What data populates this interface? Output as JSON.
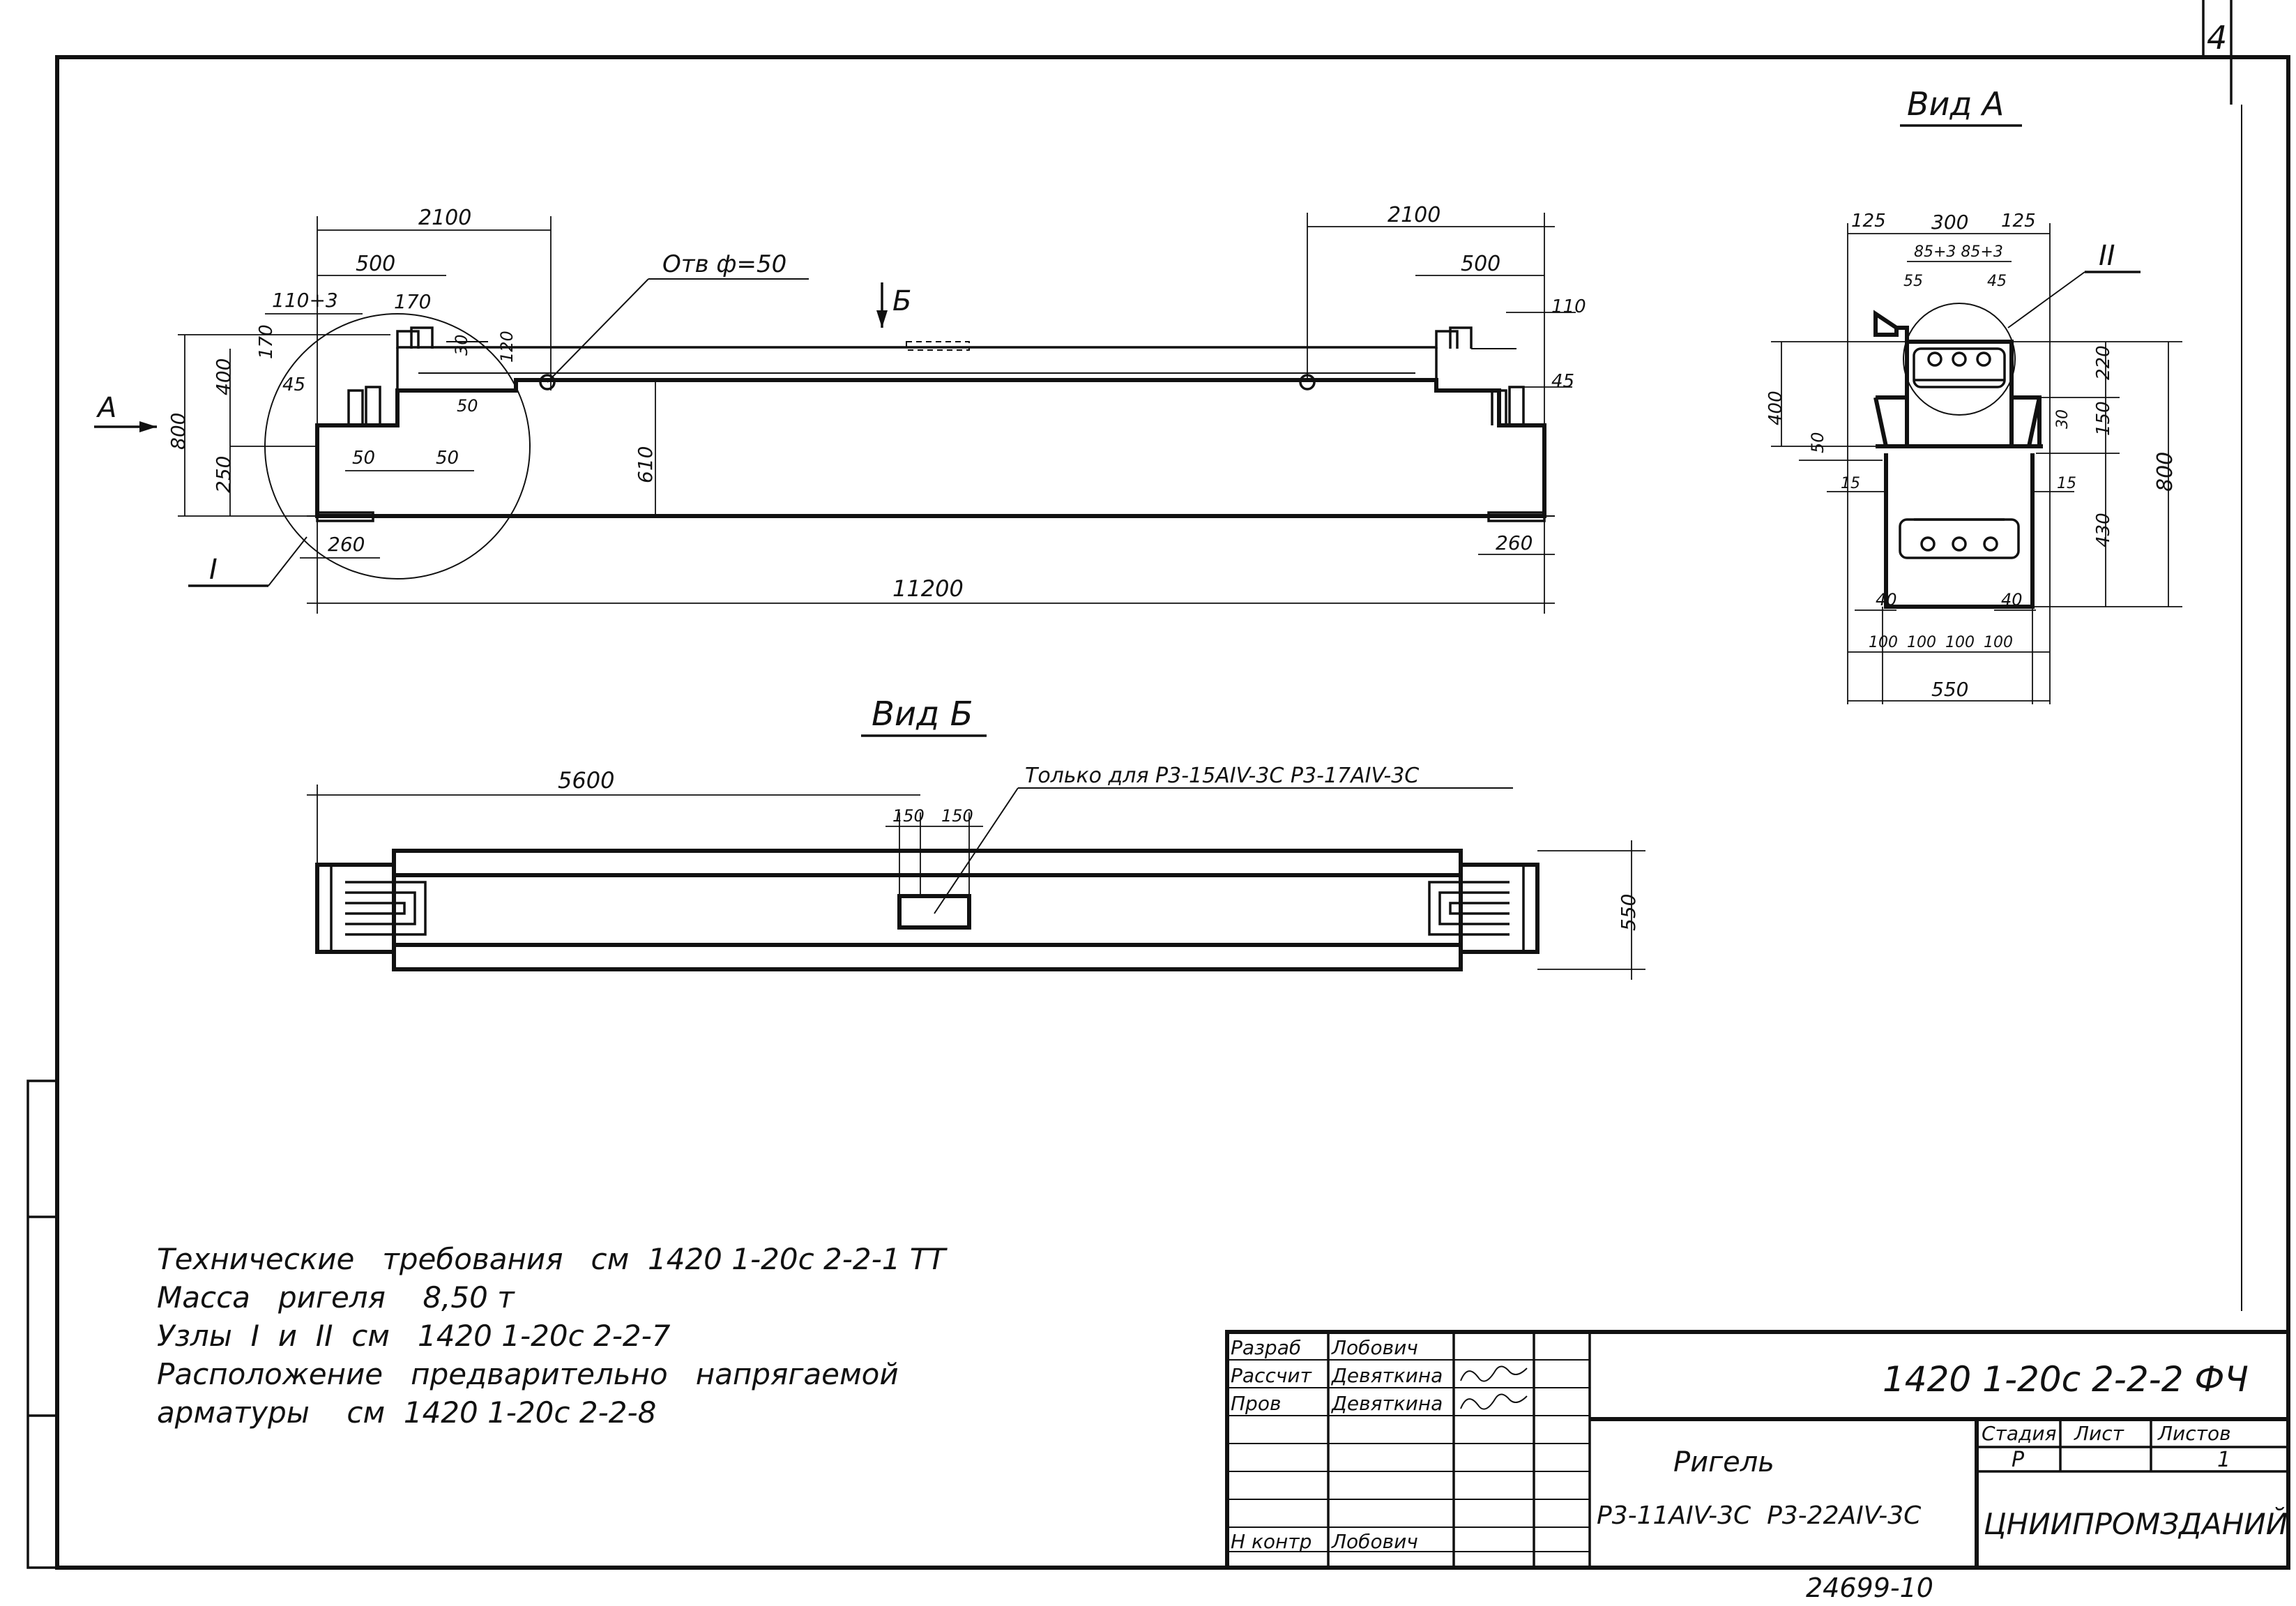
{
  "sheet": {
    "page_number": "4",
    "bottom_number": "24699-10"
  },
  "view_a": {
    "title": "Вид А",
    "node_label": "II",
    "dims": {
      "top_left": "125",
      "top_mid": "300",
      "top_right": "125",
      "holes": "85+3 85+3",
      "d55": "55",
      "d45": "45",
      "h400": "400",
      "h50": "50",
      "h15a": "15",
      "h15b": "15",
      "h220": "220",
      "h150": "150",
      "h30": "30",
      "h430": "430",
      "h800": "800",
      "b40a": "40",
      "b40b": "40",
      "b100a": "100",
      "b100b": "100",
      "b100c": "100",
      "b100d": "100",
      "b550": "550"
    }
  },
  "main_view": {
    "arrow_a": "А",
    "arrow_b": "Б",
    "node_label": "I",
    "hole_note": "Отв ф=50",
    "dims": {
      "left_2100": "2100",
      "left_500": "500",
      "left_110": "110+3",
      "left_170": "170",
      "left_170b": "170",
      "left_400": "400",
      "left_800": "800",
      "left_250": "250",
      "left_45": "45",
      "left_50a": "50",
      "left_50b": "50",
      "left_50c": "50",
      "left_30": "30",
      "left_120": "120",
      "left_260": "260",
      "mid_610": "610",
      "right_2100": "2100",
      "right_500": "500",
      "right_110": "110",
      "right_45": "45",
      "right_260": "260",
      "total": "11200"
    }
  },
  "view_b": {
    "title": "Вид Б",
    "note": "Только для Р3-15АIV-3С  Р3-17АIV-3С",
    "dims": {
      "d5600": "5600",
      "d150a": "150",
      "d150b": "150",
      "d550": "550"
    }
  },
  "notes": [
    "Технические   требования   см  1420 1-20с 2-2-1 ТТ",
    "Масса   ригеля    8,50 т",
    "Узлы  I  и  II  см   1420 1-20с 2-2-7",
    "Расположение   предварительно   напрягаемой",
    "арматуры    см  1420 1-20с 2-2-8"
  ],
  "title_block": {
    "roles": [
      "Разраб",
      "Рассчит",
      "Пров",
      "",
      "",
      "",
      "",
      "Н контр"
    ],
    "names": [
      "Лобович",
      "Девяткина",
      "Девяткина",
      "",
      "",
      "",
      "",
      "Лобович"
    ],
    "doc_code": "1420 1-20с 2-2-2 ФЧ",
    "item_name": "Ригель",
    "item_marks": "Р3-11АIV-3С  Р3-22АIV-3С",
    "stage_label": "Стадия",
    "sheet_label": "Лист",
    "sheets_label": "Листов",
    "stage_value": "Р",
    "sheets_value": "1",
    "organization": "ЦНИИПРОМЗДАНИЙ"
  }
}
